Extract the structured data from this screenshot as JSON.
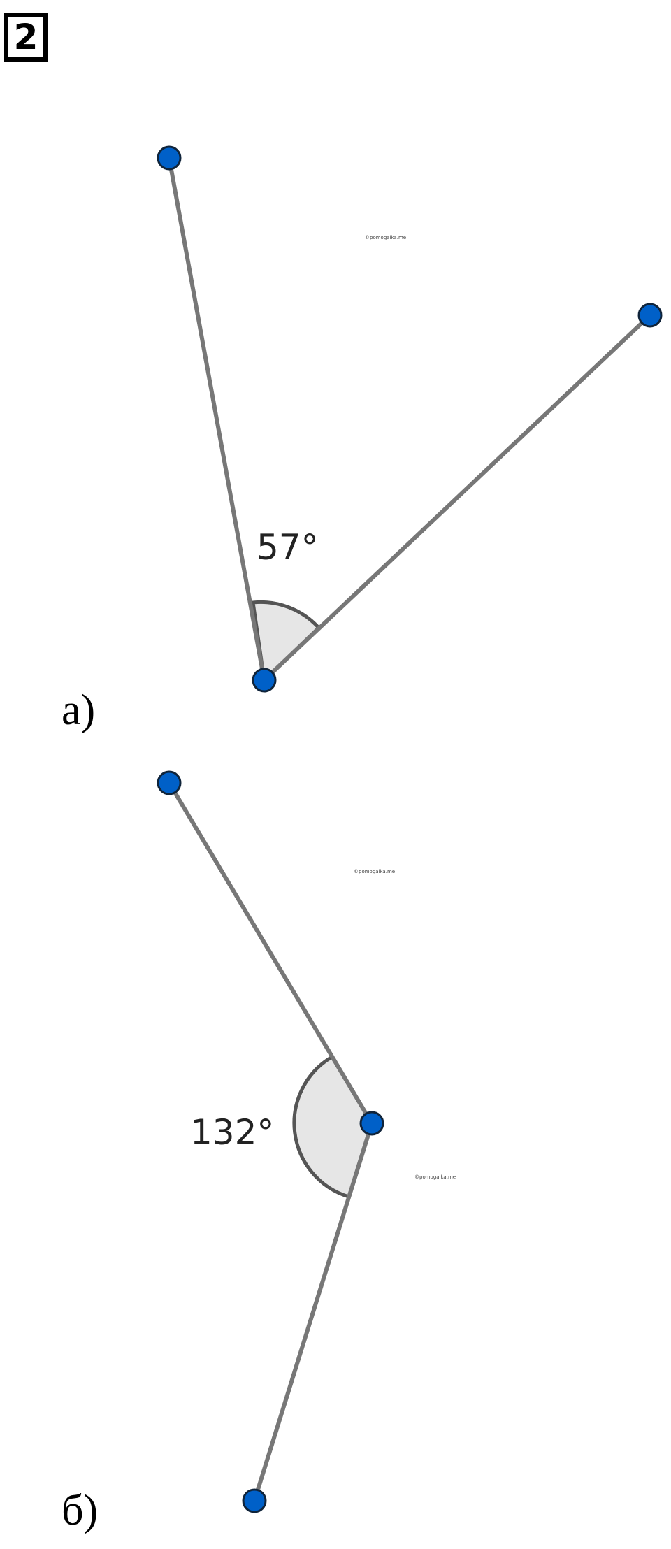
{
  "task_number": "2",
  "colors": {
    "segment": "#777777",
    "vertex_fill": "#0060c8",
    "vertex_stroke": "#10243a",
    "arc_fill": "#e6e6e6",
    "arc_stroke": "#555555"
  },
  "icons": {
    "point": "filled-circle"
  },
  "watermark_text": "©pomogalka.me",
  "figures": [
    {
      "label": "а)",
      "angle_label": "57°"
    },
    {
      "label": "б)",
      "angle_label": "132°"
    }
  ]
}
